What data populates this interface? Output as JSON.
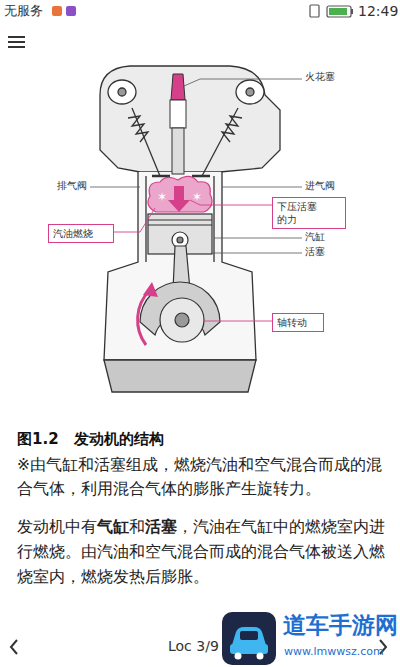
{
  "diagram": {
    "title": "图1.2　发动机的结构",
    "caption": "※由气缸和活塞组成，燃烧汽油和空气混合而成的混合气体，利用混合气体的膨胀产生旋转力。",
    "nodes": [
      {
        "text": [
          "下压活塞的力"
        ]
      },
      {
        "text": [
          "汽油燃烧"
        ]
      },
      {
        "text": [
          "轴转动"
        ]
      }
    ],
    "labels": [
      "无服务",
      "12:49",
      "火花塞",
      "排气阀",
      "进气阀",
      "汽缸",
      "活塞",
      "发动机中有",
      "气缸",
      "和",
      "活塞",
      "，汽油在气缸中的燃烧室内进行燃烧。由汽油和空气混合而成的混合气体被送入燃烧室内，燃烧发热后膨胀。",
      "Loc 3/9",
      "道车手游网",
      "www.lmwwsz.com"
    ]
  }
}
